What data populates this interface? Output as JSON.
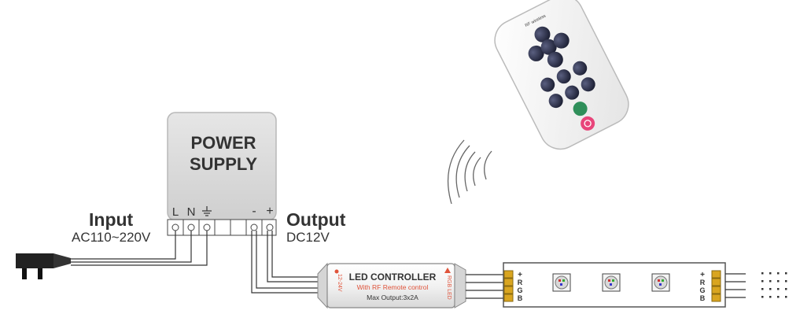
{
  "power_supply": {
    "title_line1": "POWER",
    "title_line2": "SUPPLY",
    "terminal_L": "L",
    "terminal_N": "N",
    "terminal_minus": "-",
    "terminal_plus": "+"
  },
  "input": {
    "label": "Input",
    "voltage": "AC110~220V"
  },
  "output": {
    "label": "Output",
    "voltage": "DC12V"
  },
  "controller": {
    "title": "LED CONTROLLER",
    "subtitle": "With RF Remote control",
    "max_output": "Max Output:3x2A",
    "side_left": "12-24V",
    "side_right": "RGB LED"
  },
  "strip": {
    "left_pins": [
      "+",
      "R",
      "G",
      "B"
    ],
    "right_pins": [
      "+",
      "R",
      "G",
      "B"
    ]
  },
  "remote": {
    "brand_text": "RF wireless"
  },
  "colors": {
    "wire": "#333333",
    "ps_body": "#dcdcdc",
    "accent_red": "#e0533a",
    "pad_gold": "#d9a520",
    "remote_button": "#2b2f4a",
    "power_button": "#e8457a",
    "mode_button": "#2f8f5a"
  }
}
